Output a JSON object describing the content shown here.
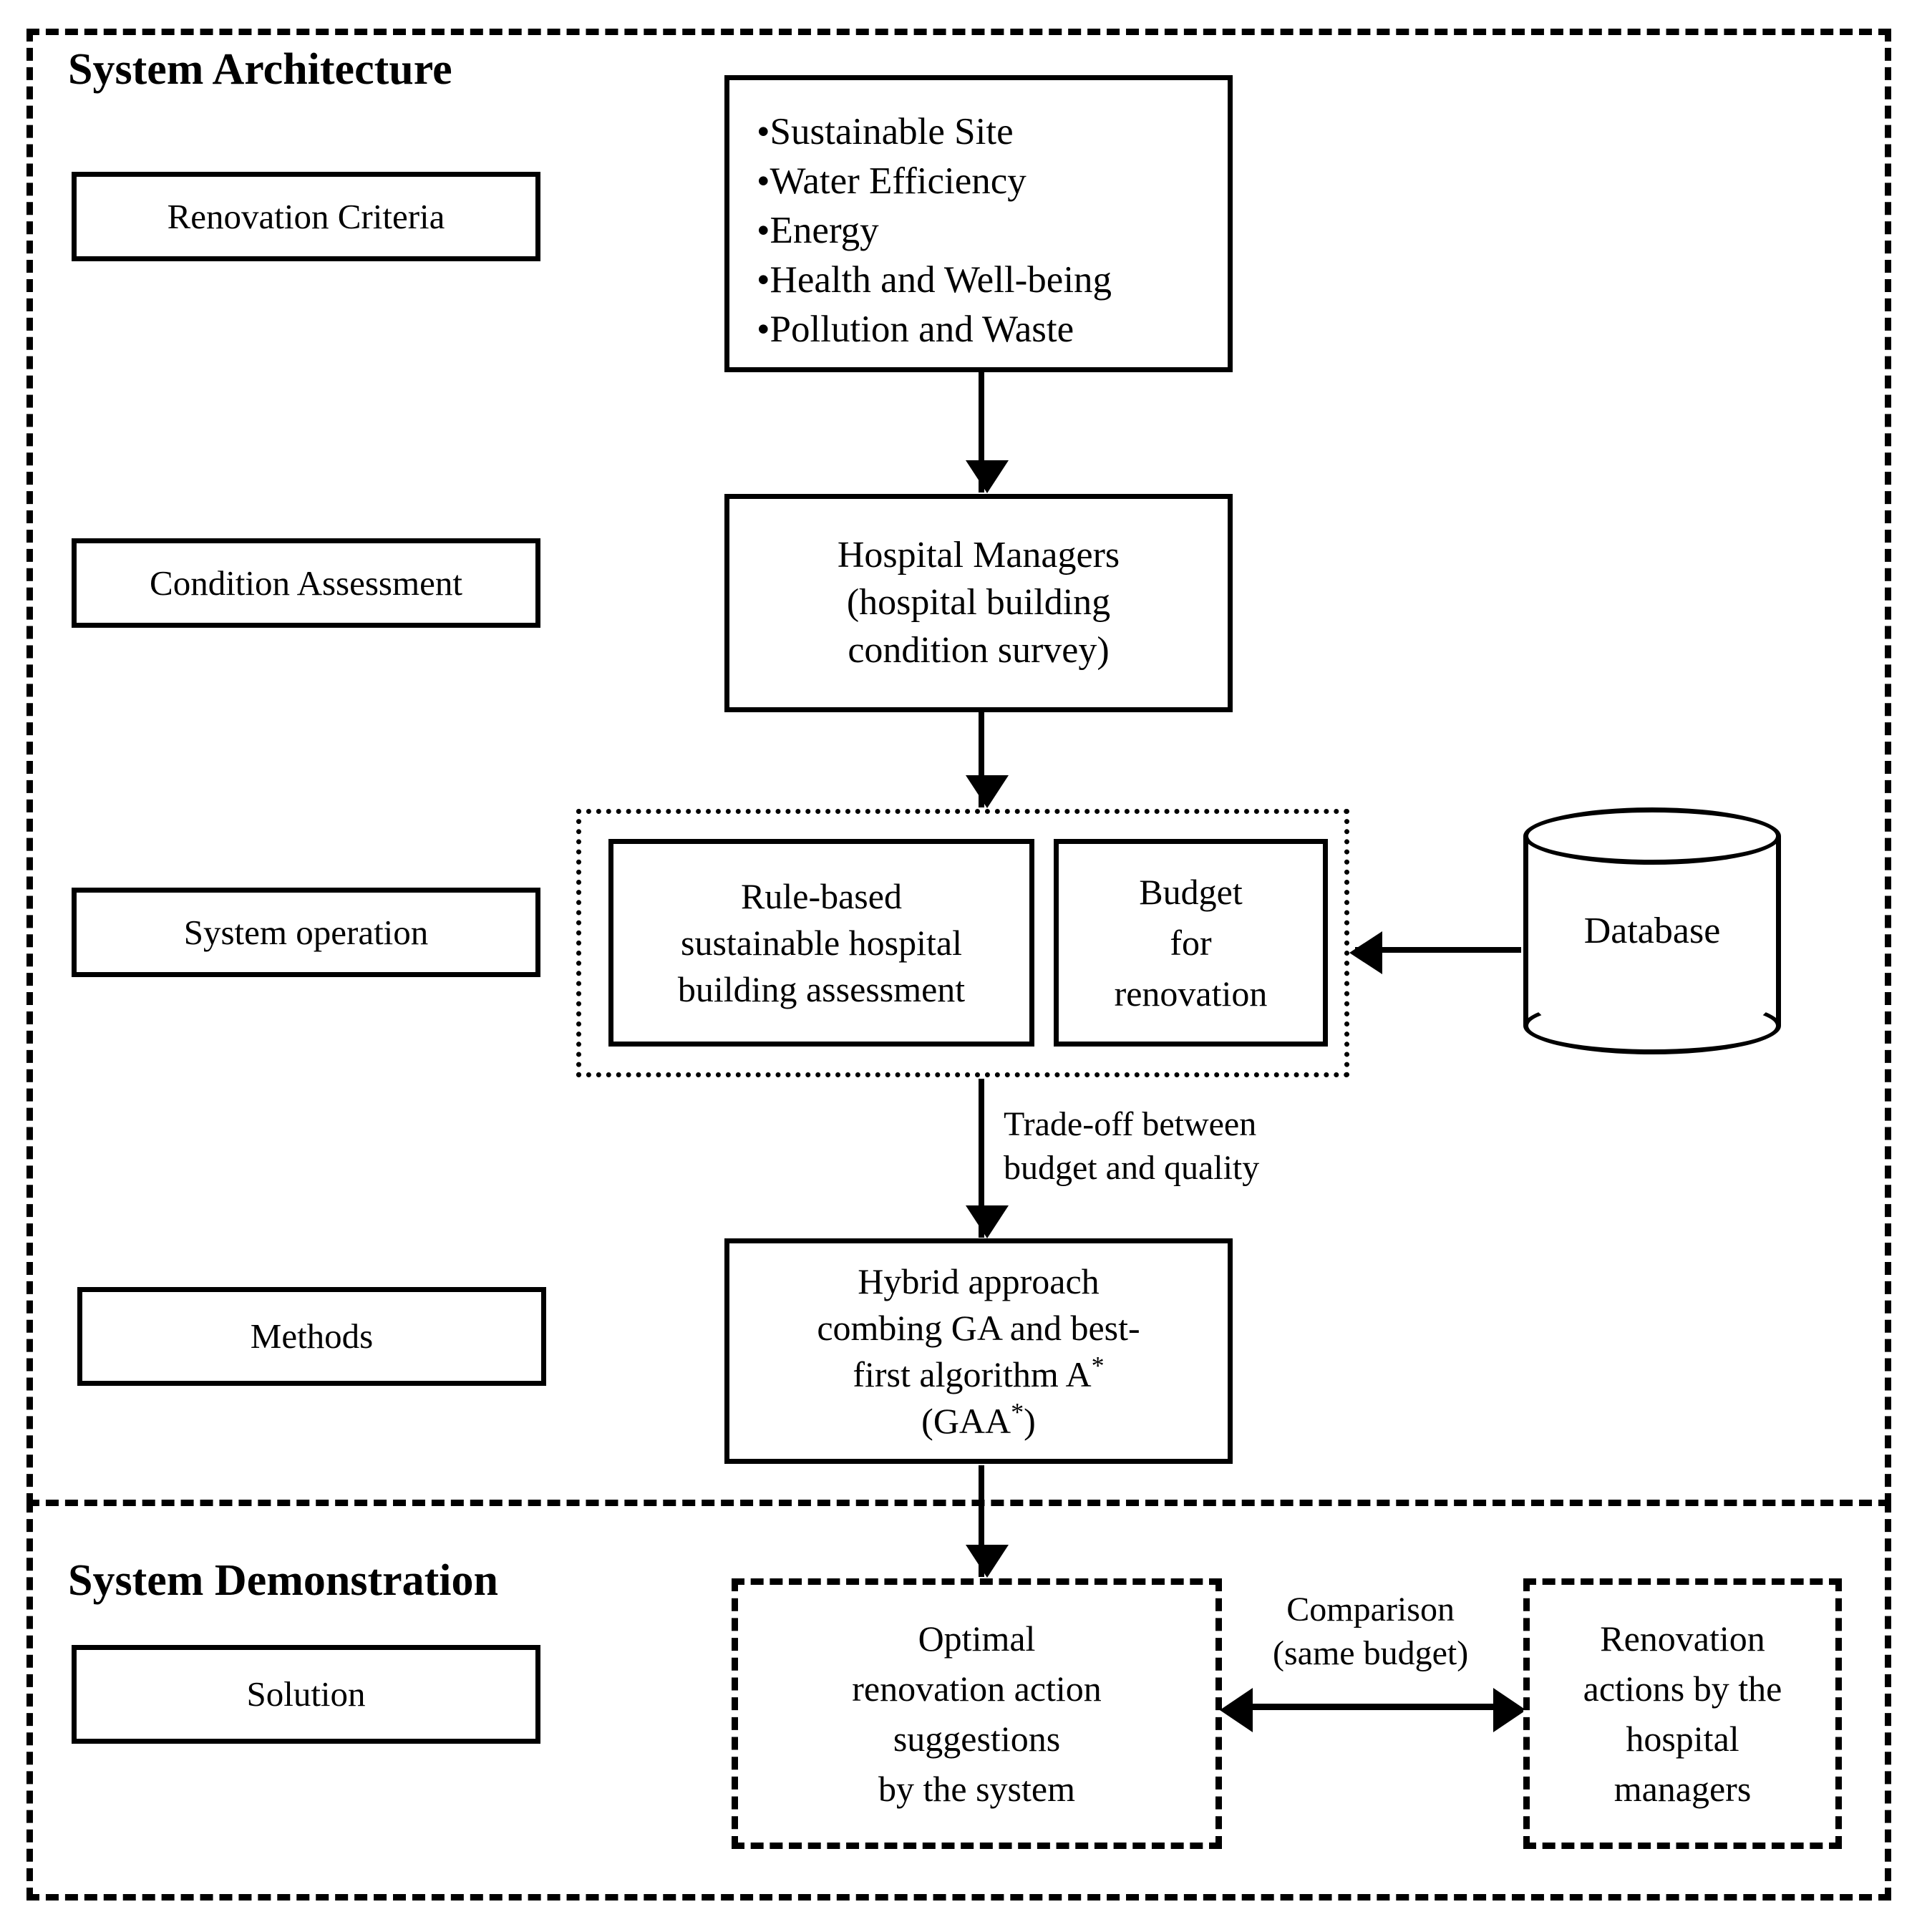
{
  "sections": {
    "architecture": {
      "heading": "System Architecture"
    },
    "demonstration": {
      "heading": "System Demonstration"
    }
  },
  "stage_labels": {
    "criteria": "Renovation Criteria",
    "condition": "Condition Assessment",
    "operation": "System operation",
    "methods": "Methods",
    "solution": "Solution"
  },
  "criteria_box": {
    "bullets": [
      "•Sustainable Site",
      "•Water Efficiency",
      "•Energy",
      "•Health and Well-being",
      "•Pollution and Waste"
    ]
  },
  "managers_box": {
    "lines": [
      "Hospital Managers",
      "(hospital building",
      "condition survey)"
    ]
  },
  "operation": {
    "rule_box": {
      "lines": [
        "Rule-based",
        "sustainable hospital",
        "building assessment"
      ]
    },
    "budget_box": {
      "lines": [
        "Budget",
        "for",
        "renovation"
      ]
    }
  },
  "database": {
    "label": "Database"
  },
  "hybrid_box": {
    "line1": "Hybrid approach",
    "line2": "combing GA and best-",
    "line3_text": "first algorithm A",
    "line3_sup": "*",
    "line4_open": "(GAA",
    "line4_sup": "*",
    "line4_close": ")"
  },
  "edge_labels": {
    "tradeoff_line1": "Trade-off between",
    "tradeoff_line2": "budget and quality",
    "comparison_line1": "Comparison",
    "comparison_line2": "(same budget)"
  },
  "solution": {
    "optimal_box": {
      "lines": [
        "Optimal",
        "renovation action",
        "suggestions",
        "by the system"
      ]
    },
    "managers_actions_box": {
      "lines": [
        "Renovation",
        "actions by the",
        "hospital",
        "managers"
      ]
    }
  },
  "colors": {
    "ink": "#000000",
    "paper": "#ffffff"
  }
}
